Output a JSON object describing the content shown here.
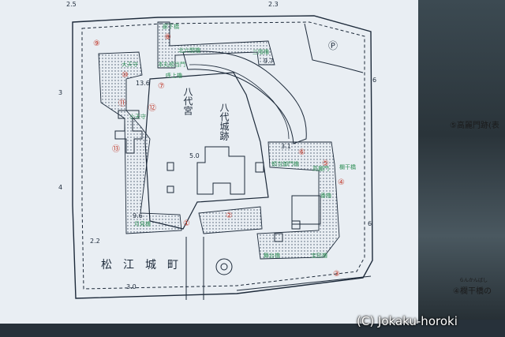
{
  "map": {
    "numbers": {
      "n1": "①",
      "n2": "②",
      "n3": "③",
      "n4": "④",
      "n5": "⑤",
      "n6": "⑥",
      "n7": "⑦",
      "n8": "⑧",
      "n9": "⑨",
      "n10": "⑩",
      "n11": "⑪",
      "n12": "⑫",
      "n13": "⑬"
    },
    "labels": {
      "honmaru": "八代宮",
      "castle_site": "八代城跡",
      "town": "松江城町",
      "north_gate": "欄干橋",
      "kitarokken": "北六間櫓",
      "otemon": "廊下橋",
      "sankai": "三階櫓",
      "honmaru_gate": "本丸頬当門",
      "hojo": "頬当御門櫓",
      "korai": "高麗門",
      "rankan": "欄干橋",
      "ban": "番櫓",
      "tsukimi": "月見櫓",
      "koten": "小天守",
      "daiten": "大天守",
      "bugyo": "舞台櫓",
      "sumi": "宝形櫓",
      "yobiage": "呼上櫓",
      "parking": "Ⓟ"
    },
    "elevations": {
      "e1": "2.5",
      "e2": "2.3",
      "e3": "9.7",
      "e4": "13.6",
      "e5": "5.0",
      "e6": "3.1",
      "e7": "9.6",
      "e8": "2.2",
      "e9": "3.0",
      "e10": "4",
      "e11": "3",
      "e12": "6",
      "e13": "6"
    }
  },
  "side": {
    "item5": "⑤高麗門跡(表",
    "item4": "④欄干橋の",
    "item4_ruby": "らんかんばし"
  },
  "credit": "(C) Jokaku-horoki",
  "colors": {
    "board": "#e9eef3",
    "ink": "#1d2a3a",
    "red": "#c0392b",
    "green": "#2f8f57",
    "water": "#dfe7ef"
  }
}
